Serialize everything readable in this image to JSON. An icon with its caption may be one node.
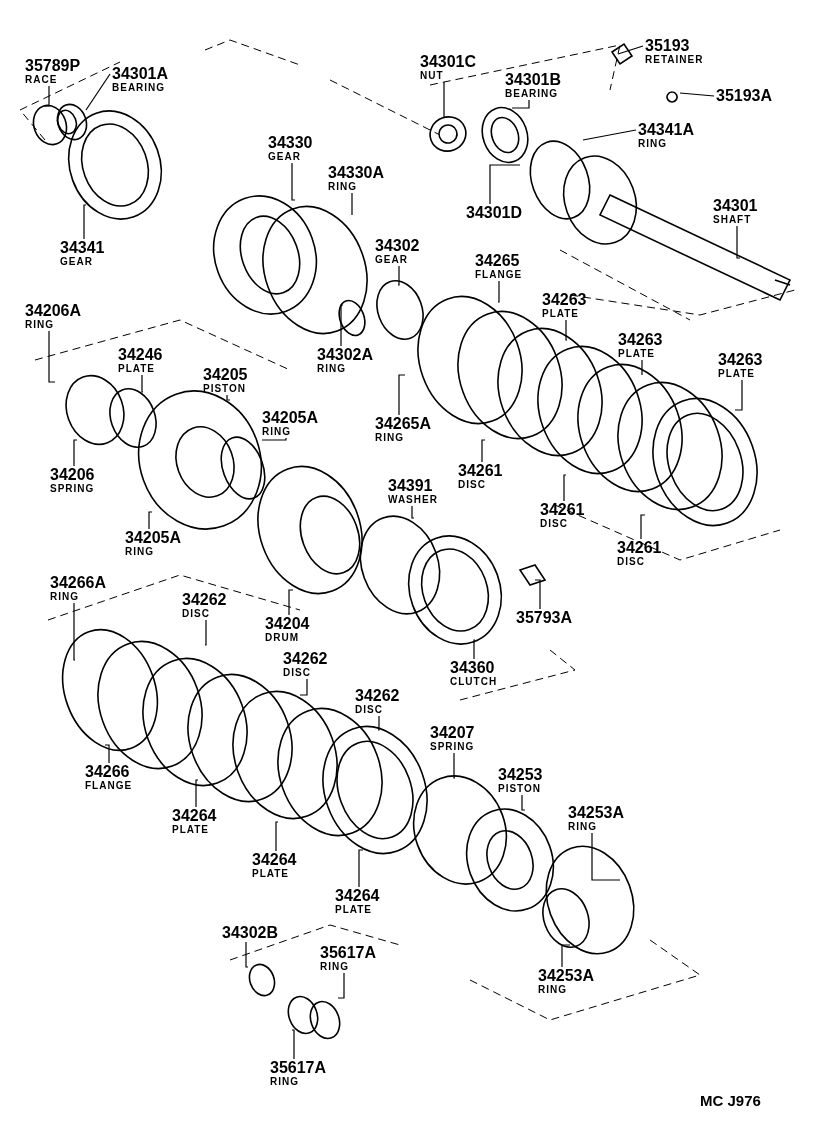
{
  "diagram": {
    "nodes": [
      {
        "text": [
          "35789P",
          "RACE"
        ]
      },
      {
        "text": [
          "34301A",
          "BEARING"
        ]
      },
      {
        "text": [
          "34341",
          "GEAR"
        ]
      },
      {
        "text": [
          "34330",
          "GEAR"
        ]
      },
      {
        "text": [
          "34330A",
          "RING"
        ]
      },
      {
        "text": [
          "34302",
          "GEAR"
        ]
      },
      {
        "text": [
          "34302A",
          "RING"
        ]
      },
      {
        "text": [
          "34301C",
          "NUT"
        ]
      },
      {
        "text": [
          "34301B",
          "BEARING"
        ]
      },
      {
        "text": [
          "35193",
          "RETAINER"
        ]
      },
      {
        "text": [
          "35193A"
        ]
      },
      {
        "text": [
          "34341A",
          "RING"
        ]
      },
      {
        "text": [
          "34301D"
        ]
      },
      {
        "text": [
          "34301",
          "SHAFT"
        ]
      },
      {
        "text": [
          "34265",
          "FLANGE"
        ]
      },
      {
        "text": [
          "34263",
          "PLATE"
        ]
      },
      {
        "text": [
          "34263",
          "PLATE"
        ]
      },
      {
        "text": [
          "34263",
          "PLATE"
        ]
      },
      {
        "text": [
          "34206A",
          "RING"
        ]
      },
      {
        "text": [
          "34246",
          "PLATE"
        ]
      },
      {
        "text": [
          "34205",
          "PISTON"
        ]
      },
      {
        "text": [
          "34205A",
          "RING"
        ]
      },
      {
        "text": [
          "34206",
          "SPRING"
        ]
      },
      {
        "text": [
          "34205A",
          "RING"
        ]
      },
      {
        "text": [
          "34265A",
          "RING"
        ]
      },
      {
        "text": [
          "34261",
          "DISC"
        ]
      },
      {
        "text": [
          "34261",
          "DISC"
        ]
      },
      {
        "text": [
          "34261",
          "DISC"
        ]
      },
      {
        "text": [
          "34391",
          "WASHER"
        ]
      },
      {
        "text": [
          "34204",
          "DRUM"
        ]
      },
      {
        "text": [
          "35793A"
        ]
      },
      {
        "text": [
          "34360",
          "CLUTCH"
        ]
      },
      {
        "text": [
          "34266A",
          "RING"
        ]
      },
      {
        "text": [
          "34262",
          "DISC"
        ]
      },
      {
        "text": [
          "34262",
          "DISC"
        ]
      },
      {
        "text": [
          "34262",
          "DISC"
        ]
      },
      {
        "text": [
          "34266",
          "FLANGE"
        ]
      },
      {
        "text": [
          "34264",
          "PLATE"
        ]
      },
      {
        "text": [
          "34264",
          "PLATE"
        ]
      },
      {
        "text": [
          "34264",
          "PLATE"
        ]
      },
      {
        "text": [
          "34207",
          "SPRING"
        ]
      },
      {
        "text": [
          "34253",
          "PISTON"
        ]
      },
      {
        "text": [
          "34253A",
          "RING"
        ]
      },
      {
        "text": [
          "34253A",
          "RING"
        ]
      },
      {
        "text": [
          "34302B"
        ]
      },
      {
        "text": [
          "35617A",
          "RING"
        ]
      },
      {
        "text": [
          "35617A",
          "RING"
        ]
      }
    ],
    "edges": [
      {
        "from": 0,
        "to": null,
        "arrow": "none"
      },
      {
        "from": 1,
        "to": null,
        "arrow": "none"
      },
      {
        "from": 2,
        "to": null,
        "arrow": "none"
      },
      {
        "from": 3,
        "to": null,
        "arrow": "none"
      },
      {
        "from": 4,
        "to": null,
        "arrow": "none"
      },
      {
        "from": 5,
        "to": null,
        "arrow": "none"
      },
      {
        "from": 6,
        "to": null,
        "arrow": "none"
      },
      {
        "from": 7,
        "to": null,
        "arrow": "none"
      },
      {
        "from": 8,
        "to": null,
        "arrow": "none"
      },
      {
        "from": 9,
        "to": null,
        "arrow": "none"
      },
      {
        "from": 10,
        "to": null,
        "arrow": "none"
      },
      {
        "from": 11,
        "to": null,
        "arrow": "none"
      },
      {
        "from": 12,
        "to": null,
        "arrow": "none"
      },
      {
        "from": 13,
        "to": null,
        "arrow": "none"
      },
      {
        "from": 14,
        "to": null,
        "arrow": "none"
      },
      {
        "from": 15,
        "to": null,
        "arrow": "none"
      },
      {
        "from": 16,
        "to": null,
        "arrow": "none"
      },
      {
        "from": 17,
        "to": null,
        "arrow": "none"
      },
      {
        "from": 18,
        "to": null,
        "arrow": "none"
      },
      {
        "from": 19,
        "to": null,
        "arrow": "none"
      },
      {
        "from": 20,
        "to": null,
        "arrow": "none"
      },
      {
        "from": 21,
        "to": null,
        "arrow": "none"
      },
      {
        "from": 22,
        "to": null,
        "arrow": "none"
      },
      {
        "from": 23,
        "to": null,
        "arrow": "none"
      },
      {
        "from": 24,
        "to": null,
        "arrow": "none"
      },
      {
        "from": 25,
        "to": null,
        "arrow": "none"
      },
      {
        "from": 26,
        "to": null,
        "arrow": "none"
      },
      {
        "from": 27,
        "to": null,
        "arrow": "none"
      },
      {
        "from": 28,
        "to": null,
        "arrow": "none"
      },
      {
        "from": 29,
        "to": null,
        "arrow": "none"
      },
      {
        "from": 30,
        "to": null,
        "arrow": "none"
      },
      {
        "from": 31,
        "to": null,
        "arrow": "none"
      },
      {
        "from": 32,
        "to": null,
        "arrow": "none"
      },
      {
        "from": 33,
        "to": null,
        "arrow": "none"
      },
      {
        "from": 34,
        "to": null,
        "arrow": "none"
      },
      {
        "from": 35,
        "to": null,
        "arrow": "none"
      },
      {
        "from": 36,
        "to": null,
        "arrow": "none"
      },
      {
        "from": 37,
        "to": null,
        "arrow": "none"
      },
      {
        "from": 38,
        "to": null,
        "arrow": "none"
      },
      {
        "from": 39,
        "to": null,
        "arrow": "none"
      },
      {
        "from": 40,
        "to": null,
        "arrow": "none"
      },
      {
        "from": 41,
        "to": null,
        "arrow": "none"
      },
      {
        "from": 42,
        "to": null,
        "arrow": "none"
      },
      {
        "from": 43,
        "to": null,
        "arrow": "none"
      },
      {
        "from": 44,
        "to": null,
        "arrow": "none"
      },
      {
        "from": 45,
        "to": null,
        "arrow": "none"
      },
      {
        "from": 46,
        "to": null,
        "arrow": "none"
      }
    ],
    "labels": [
      "MC J976"
    ]
  }
}
